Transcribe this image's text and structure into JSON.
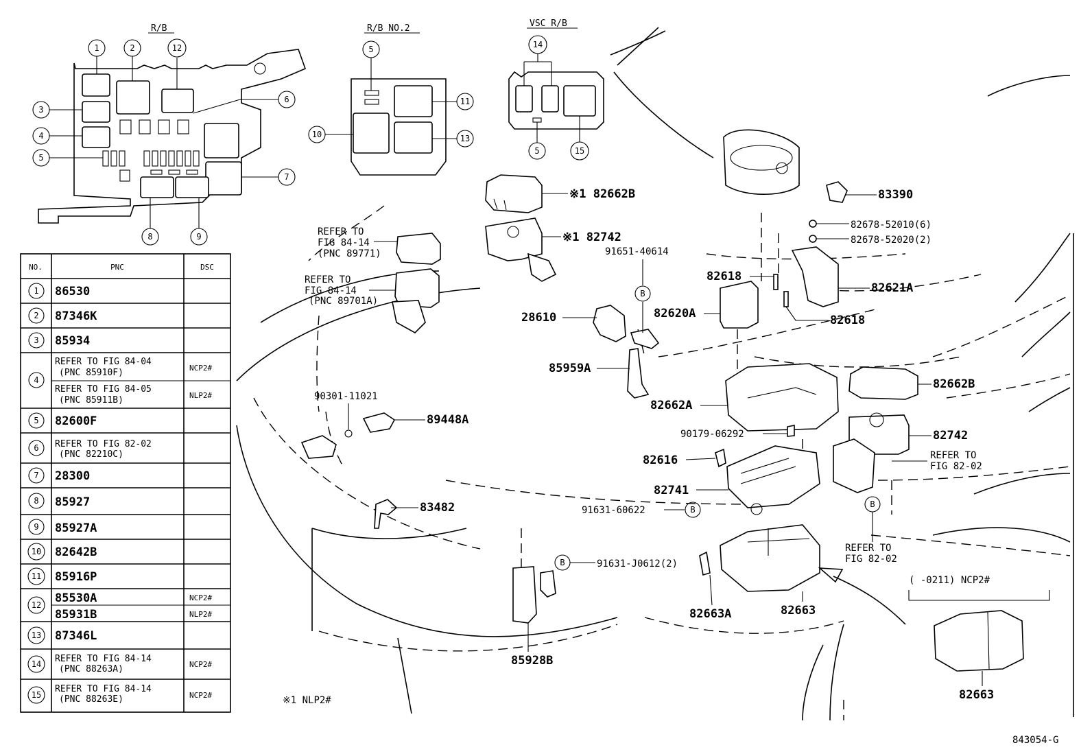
{
  "boxes": {
    "rb_title": "R/B",
    "rb2_title": "R/B NO.2",
    "vsc_title": "VSC R/B"
  },
  "callouts": {
    "rb": [
      "1",
      "2",
      "12",
      "3",
      "4",
      "5",
      "6",
      "7",
      "8",
      "9"
    ],
    "rb2": [
      "5",
      "10",
      "11",
      "13"
    ],
    "vsc": [
      "14",
      "5",
      "15"
    ]
  },
  "table": {
    "headers": {
      "no": "NO.",
      "pnc": "PNC",
      "dsc": "DSC"
    },
    "rows": [
      {
        "no": "1",
        "pnc": "86530",
        "dsc": ""
      },
      {
        "no": "2",
        "pnc": "87346K",
        "dsc": ""
      },
      {
        "no": "3",
        "pnc": "85934",
        "dsc": ""
      },
      {
        "no": "4",
        "pnc_a1": "REFER TO FIG 84-04",
        "pnc_a2": "(PNC 85910F)",
        "dsc_a": "NCP2#",
        "pnc_b1": "REFER TO FIG 84-05",
        "pnc_b2": "(PNC 85911B)",
        "dsc_b": "NLP2#"
      },
      {
        "no": "5",
        "pnc": "82600F",
        "dsc": ""
      },
      {
        "no": "6",
        "pnc_1": "REFER TO FIG 82-02",
        "pnc_2": "(PNC 82210C)",
        "dsc": ""
      },
      {
        "no": "7",
        "pnc": "28300",
        "dsc": ""
      },
      {
        "no": "8",
        "pnc": "85927",
        "dsc": ""
      },
      {
        "no": "9",
        "pnc": "85927A",
        "dsc": ""
      },
      {
        "no": "10",
        "pnc": "82642B",
        "dsc": ""
      },
      {
        "no": "11",
        "pnc": "85916P",
        "dsc": ""
      },
      {
        "no": "12",
        "pnc_a": "85530A",
        "dsc_a": "NCP2#",
        "pnc_b": "85931B",
        "dsc_b": "NLP2#"
      },
      {
        "no": "13",
        "pnc": "87346L",
        "dsc": ""
      },
      {
        "no": "14",
        "pnc_1": "REFER TO FIG 84-14",
        "pnc_2": "(PNC 88263A)",
        "dsc": "NCP2#"
      },
      {
        "no": "15",
        "pnc_1": "REFER TO FIG 84-14",
        "pnc_2": "(PNC 88263E)",
        "dsc": "NCP2#"
      }
    ]
  },
  "parts": {
    "p82662B_top": "※1 82662B",
    "p82742_top": "※1 82742",
    "p91651": "91651-40614",
    "p28610": "28610",
    "p85959A": "85959A",
    "p82620A": "82620A",
    "p82618_a": "82618",
    "p82618_b": "82618",
    "p82621A": "82621A",
    "p83390": "83390",
    "p82678_1": "82678-52010(6)",
    "p82678_2": "82678-52020(2)",
    "p82662A": "82662A",
    "p82662B_r": "82662B",
    "p90179": "90179-06292",
    "p82742_r": "82742",
    "p82616": "82616",
    "p82741": "82741",
    "p91631_6": "91631-60622",
    "p90301": "90301-11021",
    "p89448A": "89448A",
    "p83482": "83482",
    "p91631_j": "91631-J0612(2)",
    "p82663A": "82663A",
    "p82663": "82663",
    "p85928B": "85928B",
    "p82663_inset": "82663",
    "refer_8914_a1": "REFER TO",
    "refer_8914_a2": "FIG 84-14",
    "refer_8914_a3": "(PNC 89771)",
    "refer_8914_b1": "REFER TO",
    "refer_8914_b2": "FIG 84-14",
    "refer_8914_b3": "(PNC 89701A)",
    "refer_8202_a1": "REFER TO",
    "refer_8202_a2": "FIG 82-02",
    "refer_8202_b1": "REFER TO",
    "refer_8202_b2": "FIG 82-02",
    "inset_note": "(     -0211) NCP2#",
    "b_marker": "B"
  },
  "footnote": "※1 NLP2#",
  "figure_id": "843054-G"
}
